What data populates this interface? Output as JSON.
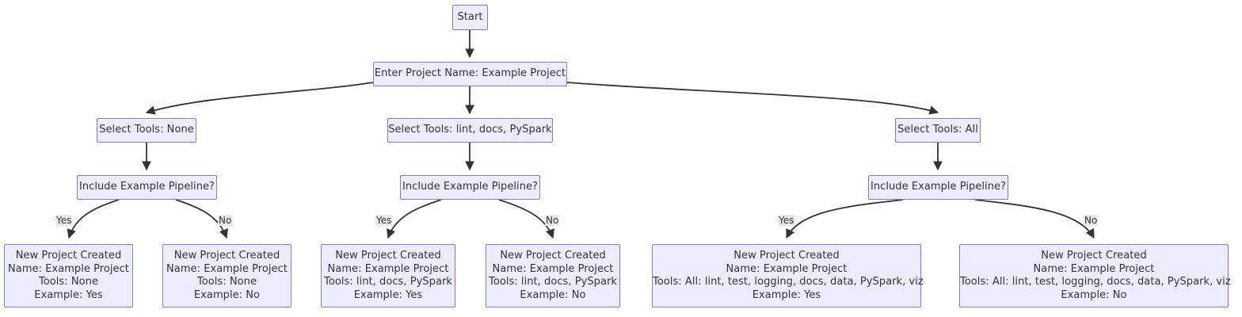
{
  "diagram": {
    "type": "flowchart",
    "direction": "top-down",
    "background_color": "#ffffff",
    "node_fill_color": "#ECECFF",
    "node_border_color": "#9370DB",
    "node_text_color": "#333333",
    "edge_color": "#333333",
    "edge_label_background": "#e8e8e8"
  },
  "nodes": {
    "start": {
      "label": "Start"
    },
    "enter_project_name": {
      "label": "Enter Project Name: Example Project"
    },
    "select_tools_none": {
      "label": "Select Tools: None"
    },
    "select_tools_some": {
      "label": "Select Tools: lint, docs, PySpark"
    },
    "select_tools_all": {
      "label": "Select Tools: All"
    },
    "decision_none": {
      "label": "Include Example Pipeline?"
    },
    "decision_some": {
      "label": "Include Example Pipeline?"
    },
    "decision_all": {
      "label": "Include Example Pipeline?"
    },
    "result_none_yes": {
      "line1": "New Project Created",
      "line2": "Name: Example Project",
      "line3": "Tools: None",
      "line4": "Example: Yes"
    },
    "result_none_no": {
      "line1": "New Project Created",
      "line2": "Name: Example Project",
      "line3": "Tools: None",
      "line4": "Example: No"
    },
    "result_some_yes": {
      "line1": "New Project Created",
      "line2": "Name: Example Project",
      "line3": "Tools: lint, docs, PySpark",
      "line4": "Example: Yes"
    },
    "result_some_no": {
      "line1": "New Project Created",
      "line2": "Name: Example Project",
      "line3": "Tools: lint, docs, PySpark",
      "line4": "Example: No"
    },
    "result_all_yes": {
      "line1": "New Project Created",
      "line2": "Name: Example Project",
      "line3": "Tools: All: lint, test, logging, docs, data, PySpark, viz",
      "line4": "Example: Yes"
    },
    "result_all_no": {
      "line1": "New Project Created",
      "line2": "Name: Example Project",
      "line3": "Tools: All: lint, test, logging, docs, data, PySpark, viz",
      "line4": "Example: No"
    }
  },
  "edge_labels": {
    "none_yes": "Yes",
    "none_no": "No",
    "some_yes": "Yes",
    "some_no": "No",
    "all_yes": "Yes",
    "all_no": "No"
  }
}
